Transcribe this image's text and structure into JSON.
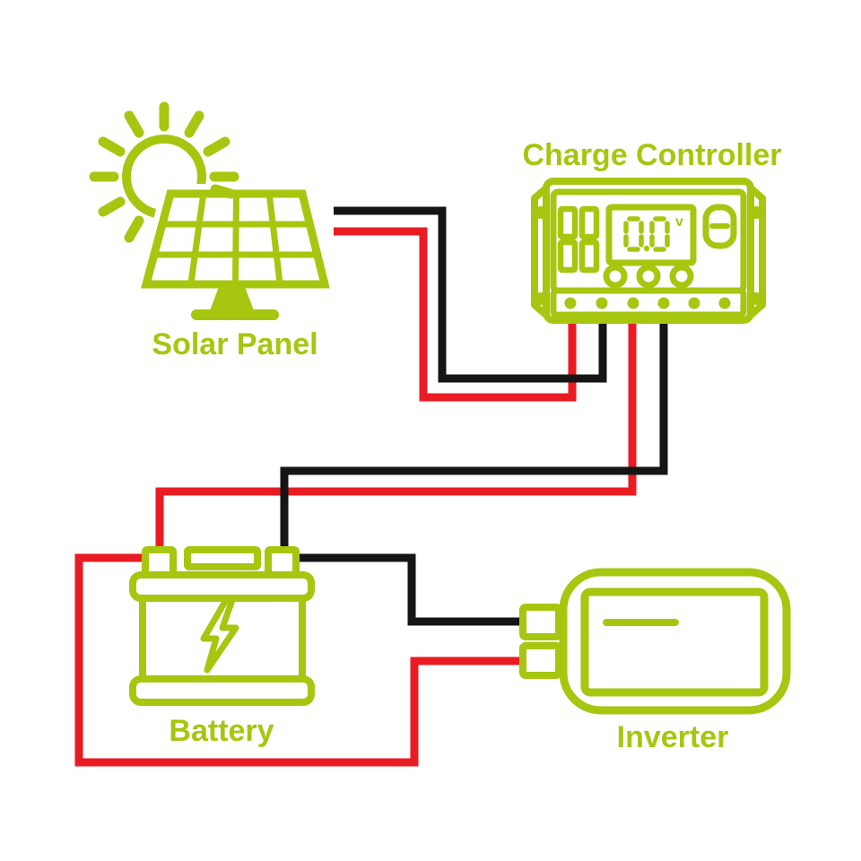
{
  "diagram": {
    "type": "solar-power-system-wiring-diagram",
    "colors": {
      "component_green": "#a6c60f",
      "wire_positive_red": "#e91b23",
      "wire_negative_black": "#151515",
      "background": "#ffffff"
    },
    "components": {
      "solar_panel": {
        "label": "Solar Panel"
      },
      "charge_controller": {
        "label": "Charge Controller",
        "display_value": "0.0",
        "display_unit": "v"
      },
      "battery": {
        "label": "Battery"
      },
      "inverter": {
        "label": "Inverter"
      }
    },
    "wires": [
      {
        "name": "pv-positive",
        "color": "red",
        "from": "solar_panel",
        "to": "charge_controller"
      },
      {
        "name": "pv-negative",
        "color": "black",
        "from": "solar_panel",
        "to": "charge_controller"
      },
      {
        "name": "battery-positive",
        "color": "red",
        "from": "charge_controller",
        "to": "battery"
      },
      {
        "name": "battery-negative",
        "color": "black",
        "from": "charge_controller",
        "to": "battery"
      },
      {
        "name": "inverter-positive",
        "color": "red",
        "from": "battery",
        "to": "inverter"
      },
      {
        "name": "inverter-negative",
        "color": "black",
        "from": "battery",
        "to": "inverter"
      }
    ]
  }
}
